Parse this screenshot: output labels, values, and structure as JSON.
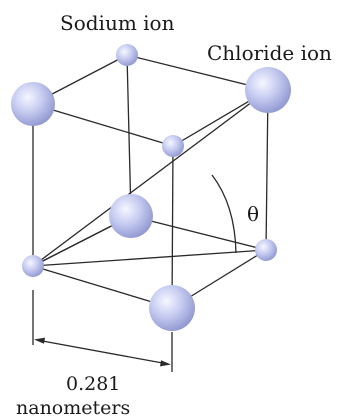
{
  "labels": {
    "sodium_ion": "Sodium ion",
    "chloride_ion": "Chloride ion",
    "angle": "θ",
    "distance_value": "0.281",
    "distance_unit": "nanometers"
  },
  "colors": {
    "edge": "#2a2a2a",
    "ion_fill": "#b9bfea",
    "ion_highlight": "#eef0ff",
    "ion_shadow": "#8f96cf"
  }
}
